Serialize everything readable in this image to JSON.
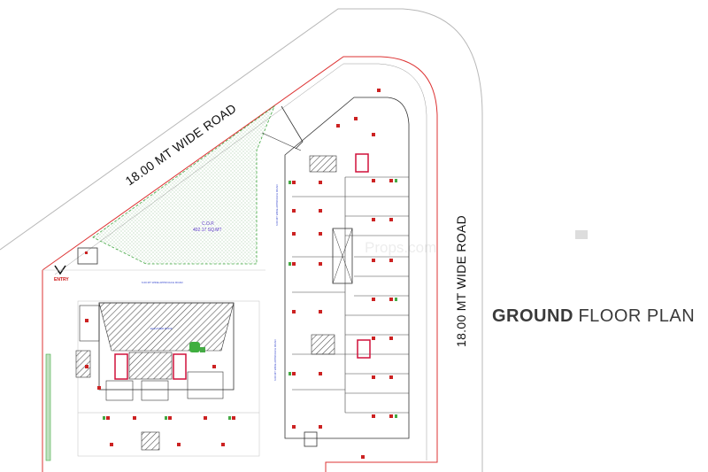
{
  "roads": {
    "diagonal_label": "18.00 MT WIDE ROAD",
    "vertical_label": "18.00 MT WIDE ROAD"
  },
  "title": {
    "bold": "GROUND",
    "light": "FLOOR PLAN"
  },
  "cop": {
    "name": "C.O.P.",
    "area": "402.17 SQ.MT"
  },
  "entry_label": "ENTRY",
  "approach_roads": {
    "top": "6.00 MT WIDE APPROACH ROAD",
    "mid_left": "6.00 MT WIDE APPROACH ROAD",
    "mid_right": "6.00 MT WIDE APPROACH ROAD",
    "vertical": "6.00 MT WIDE APPROACH ROAD"
  },
  "watermark": "Props.com",
  "colors": {
    "boundary": "#dd3333",
    "column": "#cc2222",
    "greenery": "#44aa44",
    "cop_hatch": "#8fbf8f",
    "wall": "#333333"
  }
}
